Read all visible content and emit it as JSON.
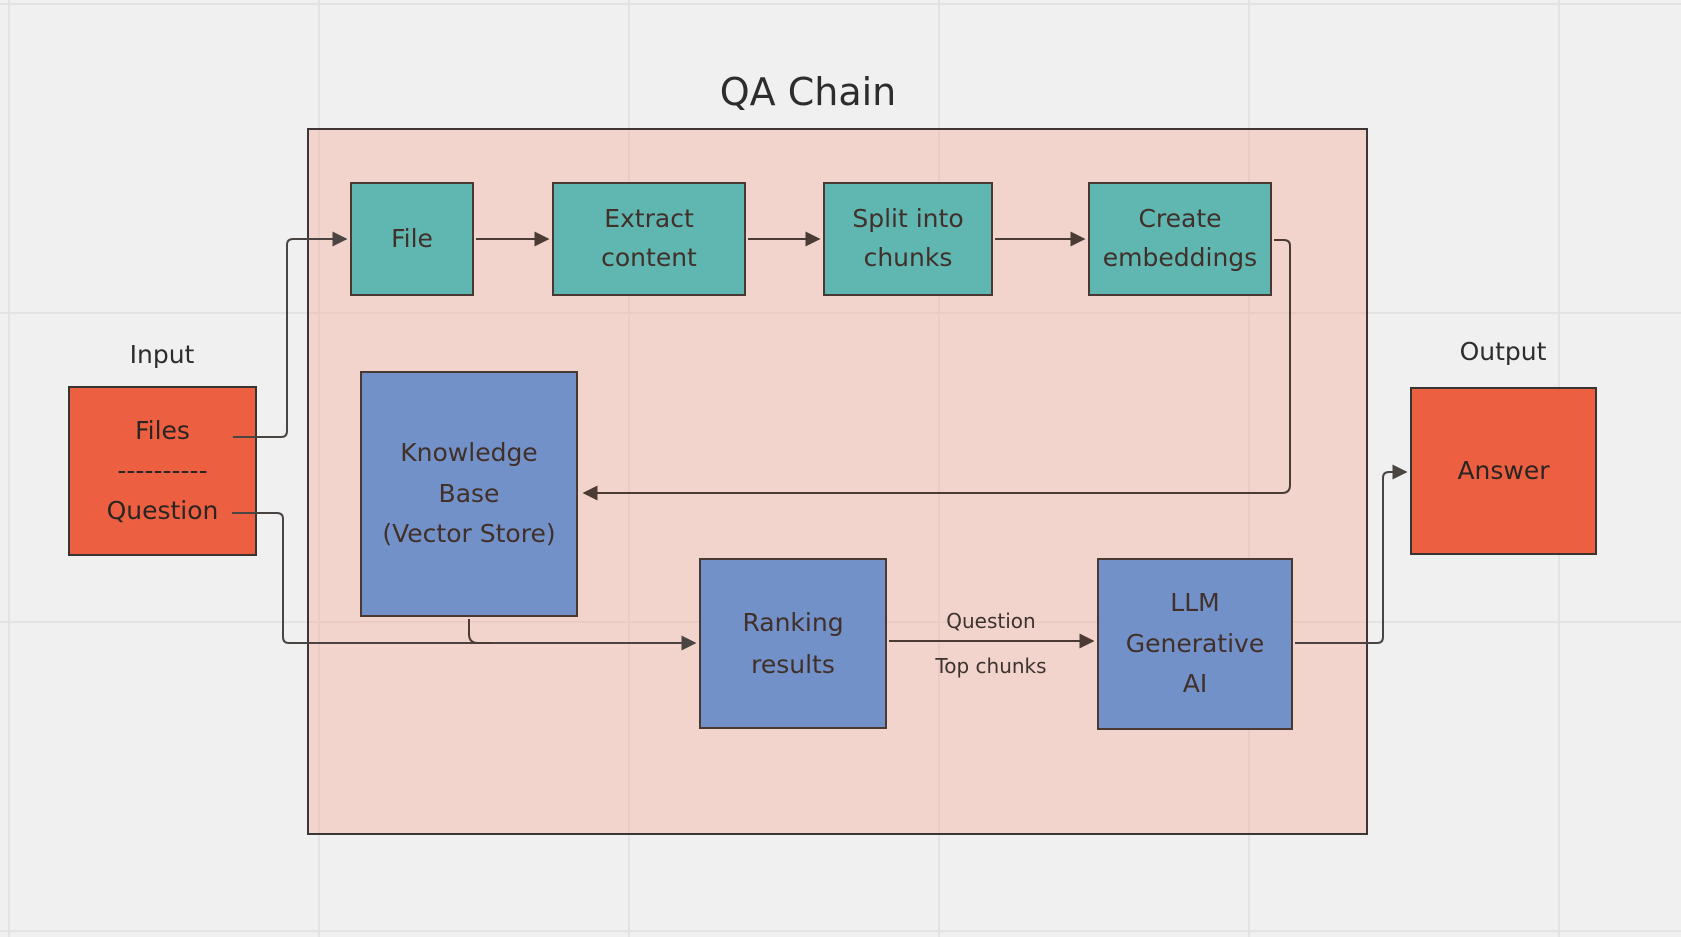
{
  "diagram": {
    "title": "QA Chain",
    "input": {
      "label": "Input",
      "files_line": "Files",
      "divider_line": "----------",
      "question_line": "Question"
    },
    "output": {
      "label": "Output",
      "answer": "Answer"
    },
    "nodes": {
      "file": "File",
      "extract": "Extract\ncontent",
      "split": "Split into\nchunks",
      "embed": "Create\nembeddings",
      "kb": "Knowledge\nBase\n(Vector Store)",
      "ranking": "Ranking\nresults",
      "llm": "LLM\nGenerative\nAI"
    },
    "edge_labels": {
      "question": "Question",
      "top_chunks": "Top chunks"
    }
  },
  "colors": {
    "canvas-bg": "#f1f0f1",
    "grid-line": "#e4e3e4",
    "group-fill": "#f2d2ca",
    "group-border": "#3e3536",
    "teal": "#60b6b1",
    "blue": "#7291c8",
    "orange": "#ed5f41",
    "node-border": "#4a3833",
    "orange-border": "#383432",
    "connector": "#4a3b35",
    "connector-gray": "#4a4543",
    "text-dark": "#2e2d2d",
    "node-text": "#41302a",
    "orange-text": "#2a2522"
  }
}
